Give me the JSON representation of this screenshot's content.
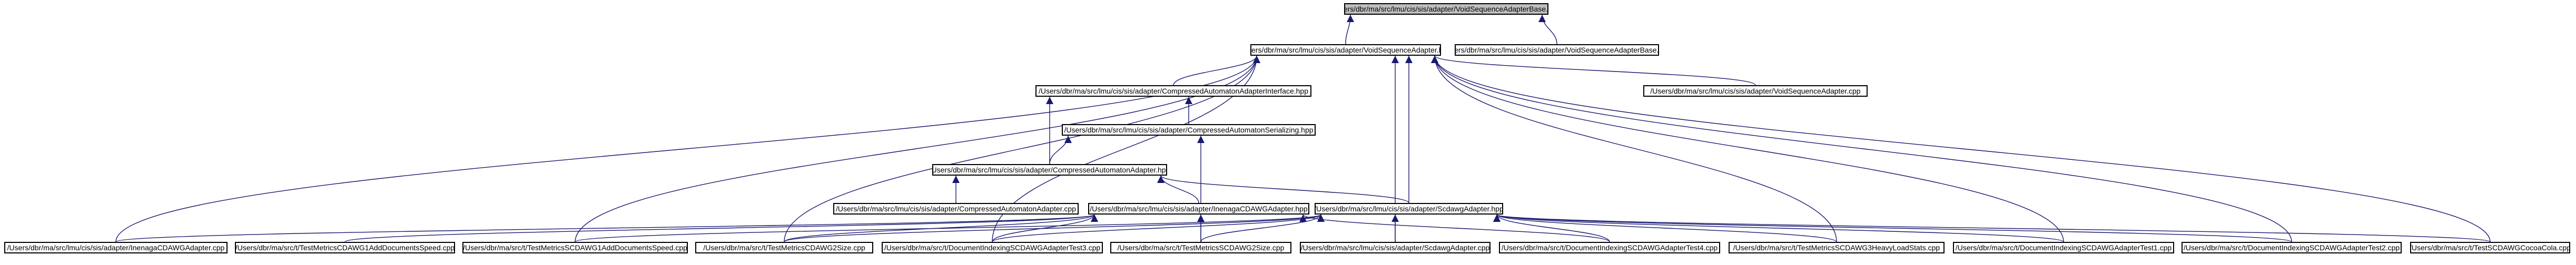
{
  "colors": {
    "edge": "#191970",
    "node_border": "#000000",
    "node_fill": "#ffffff",
    "focus_fill": "#bfbfbf"
  },
  "nodes": {
    "root": "/Users/dbr/ma/src/lmu/cis/sis/adapter/VoidSequenceAdapterBase.hpp",
    "void_seq_hpp": "/Users/dbr/ma/src/lmu/cis/sis/adapter/VoidSequenceAdapter.hpp",
    "base_cpp": "/Users/dbr/ma/src/lmu/cis/sis/adapter/VoidSequenceAdapterBase.cpp",
    "compressed_iface_hpp": "/Users/dbr/ma/src/lmu/cis/sis/adapter/CompressedAutomatonAdapterInterface.hpp",
    "void_seq_cpp": "/Users/dbr/ma/src/lmu/cis/sis/adapter/VoidSequenceAdapter.cpp",
    "compressed_serial_hpp": "/Users/dbr/ma/src/lmu/cis/sis/adapter/CompressedAutomatonSerializing.hpp",
    "compressed_adapter_hpp": "/Users/dbr/ma/src/lmu/cis/sis/adapter/CompressedAutomatonAdapter.hpp",
    "compressed_adapter_cpp": "/Users/dbr/ma/src/lmu/cis/sis/adapter/CompressedAutomatonAdapter.cpp",
    "inenaga_hpp": "/Users/dbr/ma/src/lmu/cis/sis/adapter/InenagaCDAWGAdapter.hpp",
    "scdawg_hpp": "/Users/dbr/ma/src/lmu/cis/sis/adapter/ScdawgAdapter.hpp",
    "inenaga_cpp": "/Users/dbr/ma/src/lmu/cis/sis/adapter/InenagaCDAWGAdapter.cpp",
    "test_metrics_cdawg_add": "/Users/dbr/ma/src/t/TestMetricsCDAWG1AddDocumentsSpeed.cpp",
    "test_metrics_scdawg_add": "/Users/dbr/ma/src/t/TestMetricsSCDAWG1AddDocumentsSpeed.cpp",
    "test_metrics_cdawg_size": "/Users/dbr/ma/src/t/TestMetricsCDAWG2Size.cpp",
    "test_indexing_scdawg3": "/Users/dbr/ma/src/t/DocumentIndexingSCDAWGAdapterTest3.cpp",
    "test_metrics_scdawg_size": "/Users/dbr/ma/src/t/TestMetricsSCDAWG2Size.cpp",
    "scdawg_cpp": "/Users/dbr/ma/src/lmu/cis/sis/adapter/ScdawgAdapter.cpp",
    "test_indexing_scdawg4": "/Users/dbr/ma/src/t/DocumentIndexingSCDAWGAdapterTest4.cpp",
    "test_metrics_scdawg_heavy": "/Users/dbr/ma/src/t/TestMetricsSCDAWG3HeavyLoadStats.cpp",
    "test_indexing_scdawg1": "/Users/dbr/ma/src/t/DocumentIndexingSCDAWGAdapterTest1.cpp",
    "test_indexing_scdawg2": "/Users/dbr/ma/src/t/DocumentIndexingSCDAWGAdapterTest2.cpp",
    "test_scdawg_cocoa": "/Users/dbr/ma/src/t/TestSCDAWGCocoaCola.cpp"
  },
  "edges": [
    [
      "void_seq_hpp",
      "root"
    ],
    [
      "base_cpp",
      "root"
    ],
    [
      "compressed_iface_hpp",
      "void_seq_hpp"
    ],
    [
      "void_seq_cpp",
      "void_seq_hpp"
    ],
    [
      "scdawg_hpp",
      "void_seq_hpp"
    ],
    [
      "inenaga_cpp",
      "void_seq_hpp"
    ],
    [
      "test_metrics_scdawg_add",
      "void_seq_hpp"
    ],
    [
      "test_metrics_cdawg_size",
      "void_seq_hpp"
    ],
    [
      "test_indexing_scdawg3",
      "void_seq_hpp"
    ],
    [
      "scdawg_cpp",
      "void_seq_hpp"
    ],
    [
      "test_metrics_scdawg_heavy",
      "void_seq_hpp"
    ],
    [
      "test_indexing_scdawg1",
      "void_seq_hpp"
    ],
    [
      "test_indexing_scdawg2",
      "void_seq_hpp"
    ],
    [
      "test_scdawg_cocoa",
      "void_seq_hpp"
    ],
    [
      "compressed_serial_hpp",
      "compressed_iface_hpp"
    ],
    [
      "compressed_adapter_hpp",
      "compressed_iface_hpp"
    ],
    [
      "compressed_adapter_hpp",
      "compressed_serial_hpp"
    ],
    [
      "test_metrics_scdawg_size",
      "compressed_serial_hpp"
    ],
    [
      "compressed_adapter_cpp",
      "compressed_adapter_hpp"
    ],
    [
      "inenaga_hpp",
      "compressed_adapter_hpp"
    ],
    [
      "scdawg_hpp",
      "compressed_adapter_hpp"
    ],
    [
      "inenaga_cpp",
      "inenaga_hpp"
    ],
    [
      "test_metrics_cdawg_add",
      "inenaga_hpp"
    ],
    [
      "test_metrics_cdawg_size",
      "inenaga_hpp"
    ],
    [
      "test_indexing_scdawg3",
      "inenaga_hpp"
    ],
    [
      "test_metrics_scdawg_size",
      "inenaga_hpp"
    ],
    [
      "test_indexing_scdawg4",
      "inenaga_hpp"
    ],
    [
      "test_metrics_scdawg_add",
      "scdawg_hpp"
    ],
    [
      "test_metrics_cdawg_size",
      "scdawg_hpp"
    ],
    [
      "test_indexing_scdawg3",
      "scdawg_hpp"
    ],
    [
      "test_metrics_scdawg_size",
      "scdawg_hpp"
    ],
    [
      "scdawg_cpp",
      "scdawg_hpp"
    ],
    [
      "test_indexing_scdawg4",
      "scdawg_hpp"
    ],
    [
      "test_metrics_scdawg_heavy",
      "scdawg_hpp"
    ],
    [
      "test_indexing_scdawg1",
      "scdawg_hpp"
    ],
    [
      "test_indexing_scdawg2",
      "scdawg_hpp"
    ],
    [
      "test_scdawg_cocoa",
      "scdawg_hpp"
    ]
  ]
}
